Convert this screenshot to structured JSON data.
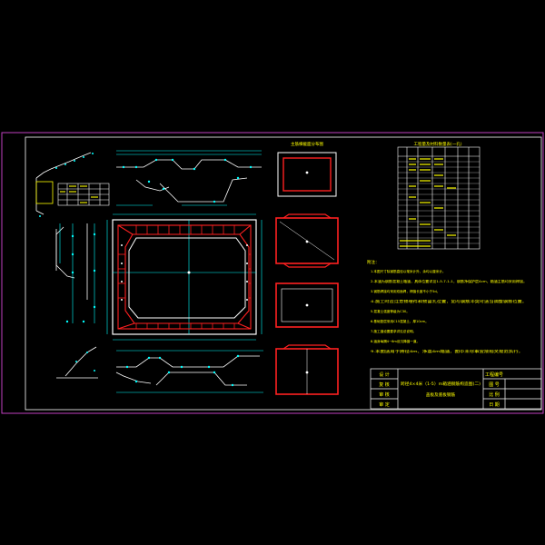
{
  "drawing": {
    "title_line1": "跨径4×4米（1-5）m箱涵钢筋构造图(二)",
    "title_line2": "盖板及底板钢筋",
    "table_title": "工程量及材料数量表(一孔)",
    "frames_title": "主筋横截面分布图",
    "notes_title": "附注：",
    "notes": [
      "1.本图尺寸除钢筋直径以毫米计外，余均以厘米计。",
      "2.本涵为钢筋混凝土箱涵，具体位置详见1-5-7-1-1，钢筋净保护层4cm，箱涵主筋均采用焊接。",
      "3.钢筋焊接均采用双面焊，焊缝长度不小于5d。",
      "4.施工时应注意预埋件和预留孔位置，如与钢筋冲突可适当调整钢筋位置。",
      "5.混凝土强度等级为C30。",
      "6.基础垫层采用C15混凝土，厚10cm。",
      "7.施工缝设置要求详见总说明。",
      "8.涵身每隔4~6m设沉降缝一道。",
      "9.本图适用于跨径4m、净高4m箱涵，图中未尽事宜按相关规范执行。"
    ]
  },
  "title_block": {
    "left_labels": [
      "设 计",
      "复 核",
      "审 核",
      "审 定"
    ],
    "right_top": "工程编号",
    "right_labels": [
      "图 号",
      "比 例",
      "日 期"
    ]
  },
  "colors": {
    "background": "#000000",
    "border": "#c040c0",
    "line": "#ffffff",
    "rebar": "#ff2020",
    "dimension": "#00ffff",
    "text": "#ffff00",
    "frame": "#ff2020"
  }
}
